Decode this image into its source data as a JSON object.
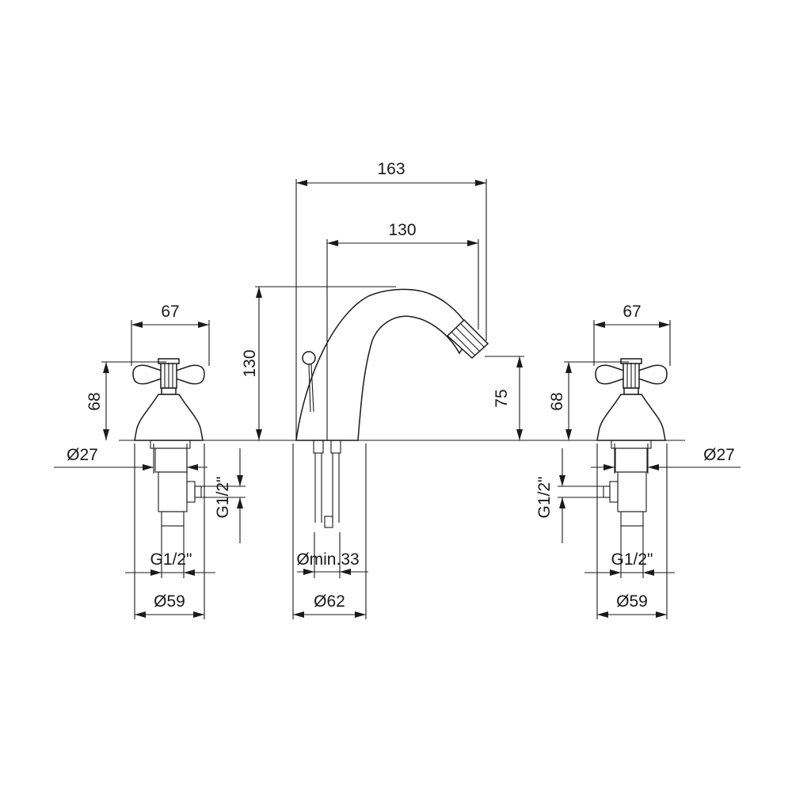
{
  "spout": {
    "width_overall": "163",
    "projection": "130",
    "height": "130",
    "outlet_height": "75",
    "hole_min": "Ømin.33",
    "base_diameter": "Ø62"
  },
  "left_valve": {
    "handle_width": "67",
    "height": "68",
    "shank_diameter": "Ø27",
    "outlet_thread": "G1/2\"",
    "inlet_thread": "G1/2\"",
    "base_diameter": "Ø59"
  },
  "right_valve": {
    "handle_width": "67",
    "height": "68",
    "shank_diameter": "Ø27",
    "outlet_thread": "G1/2\"",
    "inlet_thread": "G1/2\"",
    "base_diameter": "Ø59"
  },
  "colors": {
    "line": "#1a1a1a",
    "background": "#ffffff"
  }
}
